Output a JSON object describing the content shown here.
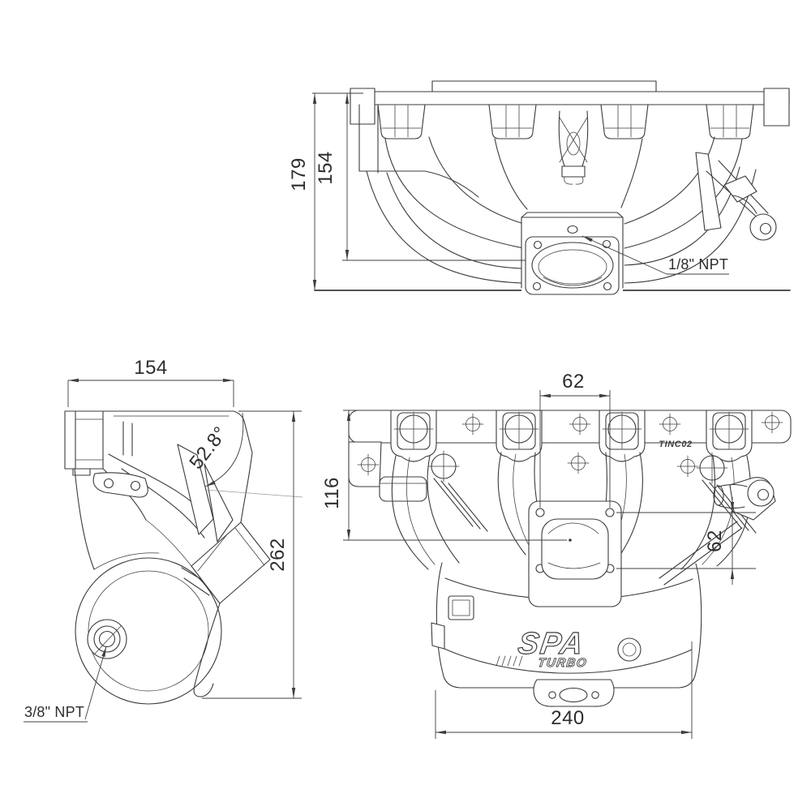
{
  "sheet": {
    "background": "#ffffff",
    "line_color": "#3b3b3b",
    "dimension_color": "#3f3f3f"
  },
  "top_view": {
    "dim_overall_height": "179",
    "dim_flange_height": "154",
    "port_label": "1/8\" NPT"
  },
  "side_view": {
    "dim_width": "154",
    "dim_throttle_angle": "52.8°",
    "dim_overall_height": "262",
    "port_label": "3/8\" NPT"
  },
  "front_view": {
    "dim_tb_bolt_spacing_h": "62",
    "dim_height_to_tb_center": "116",
    "dim_tb_bolt_spacing_v": "62",
    "dim_base_width": "240",
    "casting_code": "TINC02",
    "logo_text": "SPA",
    "logo_subtext": "TURBO"
  }
}
